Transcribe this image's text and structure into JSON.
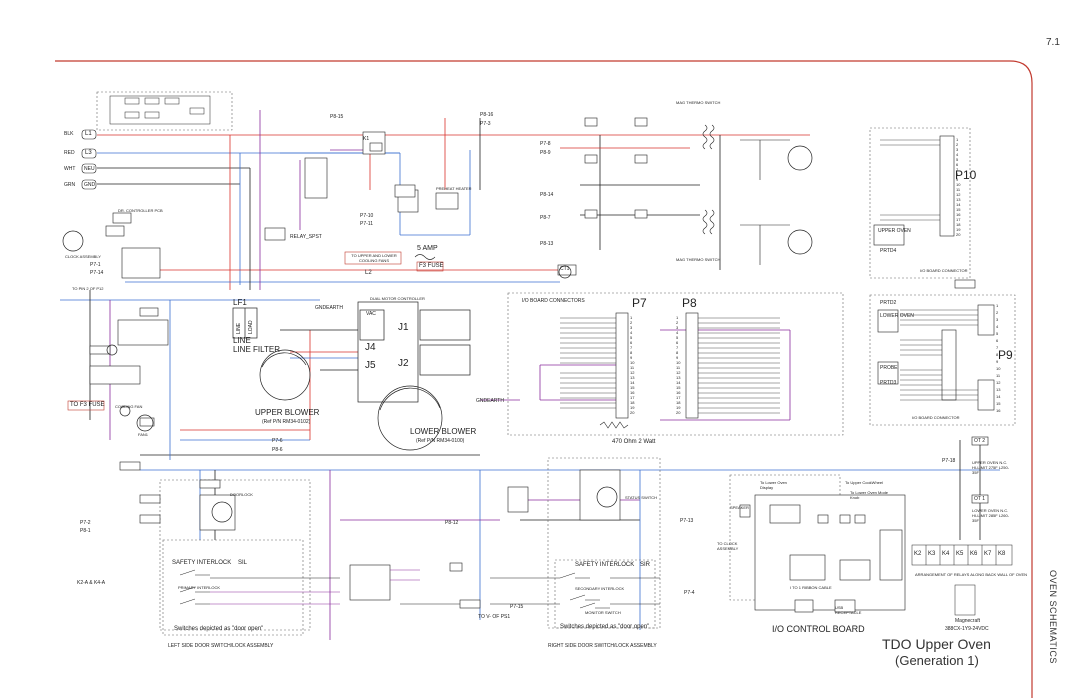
{
  "page_number": "7.1",
  "section_label": "OVEN SCHEMATICS",
  "title_line1": "TDO Upper Oven",
  "title_line2": "(Generation 1)",
  "io_board": {
    "title": "I/O CONTROL BOARD",
    "speaker": "SPEAKER",
    "to_clock": "TO CLOCK ASSEMBLY",
    "ribbon": "I TO 1 RIBBON CABLE",
    "usb": "USB RECEPTACLE",
    "to_lower_display": "To Lower Oven Display",
    "to_upper_cookwheel": "To Upper CookWheel",
    "to_lower_mode_knob": "To Lower Oven Mode Knob",
    "relays": [
      "K2",
      "K3",
      "K4",
      "K5",
      "K6",
      "K7",
      "K8"
    ],
    "arrangement": "ARRANGEMENT OF RELAYS ALONG BACK WALL OF OVEN",
    "magnecraft": "Magnecraft",
    "magnecraft_part": "388CX-1Y9-24VDC"
  },
  "connectors": {
    "heading": "I/O BOARD CONNECTORS",
    "p7": "P7",
    "p8": "P8",
    "p9": "P9",
    "p10": "P10",
    "resistor": "470 Ohm 2 Watt",
    "io_board_connector": "I/O BOARD CONNECTOR",
    "io_board_connector2": "I/O BOARD CONNECTOR",
    "prtd4": "PRTD4",
    "prtd2": "PRTD2",
    "prtd3": "PRTD3",
    "upper_oven": "UPPER OVEN",
    "lower_oven": "LOWER OVEN",
    "probe": "PROBE",
    "p7_pins": [
      "1",
      "2",
      "3",
      "4",
      "5",
      "6",
      "7",
      "8",
      "9",
      "10",
      "11",
      "12",
      "13",
      "14",
      "15",
      "16",
      "17",
      "18",
      "19",
      "20"
    ],
    "p8_pins": [
      "1",
      "2",
      "3",
      "4",
      "5",
      "6",
      "7",
      "8",
      "9",
      "10",
      "11",
      "12",
      "13",
      "14",
      "15",
      "16",
      "17",
      "18",
      "19",
      "20"
    ],
    "p10_pins": [
      "1",
      "2",
      "3",
      "4",
      "5",
      "6",
      "7",
      "8",
      "9",
      "10",
      "11",
      "12",
      "13",
      "14",
      "15",
      "16",
      "17",
      "18",
      "19",
      "20"
    ],
    "p9_pins": [
      "1",
      "2",
      "3",
      "4",
      "5",
      "6",
      "7",
      "8",
      "9",
      "10",
      "11",
      "12",
      "13",
      "14",
      "15",
      "16"
    ]
  },
  "main": {
    "lf1": "LF1",
    "line": "LINE",
    "load": "LOAD",
    "line_filter": "LINE FILTER",
    "upper_blower": "UPPER BLOWER",
    "upper_blower_ref": "(Ref P/N RM34-0102)",
    "lower_blower": "LOWER BLOWER",
    "lower_blower_ref": "(Ref P/N RM34-0100)",
    "dual_motor": "DUAL MOTOR CONTROLLER",
    "j1": "J1",
    "j2": "J2",
    "j4": "J4",
    "j5": "J5",
    "vac": "VAC",
    "gnd_earth": "GNDEARTH",
    "gnd_earth2": "GNDEARTH",
    "five_amp": "5 AMP",
    "f3_fuse": "F3 FUSE",
    "to_f3_fuse": "TO F3 FUSE",
    "cooling_fans": "TO UPPER AND LOWER COOLING FANS",
    "l1": "L1",
    "l2": "L2",
    "l3": "L3",
    "neu": "NEU",
    "gnd": "GND",
    "blk": "BLK",
    "red": "RED",
    "wht": "WHT",
    "grn": "GRN",
    "relay_spst": "RELAY_SPST",
    "k1": "K1",
    "ct1": "CT1",
    "clock_assembly": "CLOCK ASSEMBLY",
    "cooling_fan": "COOLING FAN",
    "fan1": "FAN1",
    "dr_controller": "DR. CONTROLLER PCB",
    "preheat_heater": "PREHEAT HEATER",
    "hi_limit_upper": "UPPER OVEN N.C. HI-LIMIT 275F L250-35F",
    "hi_limit_lower": "LOWER OVEN N.C. HI-LIMIT 285F L260-35F",
    "ot1": "OT 1",
    "ot2": "OT 2",
    "mag_thermo": "MAG THERMO SWITCH",
    "mag_thermo2": "MAG THERMO SWITCH"
  },
  "interlocks": {
    "left_title": "SAFETY INTERLOCK",
    "left_tag": "SIL",
    "right_title": "SAFETY INTERLOCK",
    "right_tag": "SIR",
    "left_depicted": "Switches depicted as \"door open\"",
    "right_depicted": "Switches depicted as \"door open\"",
    "left_caption": "LEFT SIDE DOOR SWITCH/LOCK ASSEMBLY",
    "right_caption": "RIGHT SIDE DOOR SWITCH/LOCK ASSEMBLY",
    "primary": "PRIMARY INTERLOCK",
    "secondary": "SECONDARY INTERLOCK",
    "monitor": "MONITOR SWITCH",
    "doorlock": "DOORLOCK",
    "status": "STATUS SWITCH",
    "to_v": "TO V- OF PS1"
  },
  "wire_labels": {
    "p8_15": "P8-15",
    "p7_3": "P7-3",
    "p7_8": "P7-8",
    "p8_16": "P8-16",
    "p8_9": "P8-9",
    "p7_10": "P7-10",
    "p7_11": "P7-11",
    "p8_13": "P8-13",
    "p8_14": "P8-14",
    "p7_1": "P7-1",
    "p7_14": "P7-14",
    "p7_18": "P7-18",
    "p7_6": "P7-6",
    "p8_6": "P8-6",
    "p8_7": "P8-7",
    "p7_13": "P7-13",
    "k2_k3": "K2-A & K4-A",
    "p8_1": "P8-1",
    "p7_2": "P7-2",
    "p8_12": "P8-12",
    "p7_15": "P7-15",
    "p7_4": "P7-4",
    "to_pin2": "TO PIN 2 OF P12"
  },
  "colors": {
    "wire_red": "#d9312b",
    "wire_blue": "#3b6fd1",
    "wire_purple": "#8a2c9c",
    "wire_black": "#222222",
    "frame_red": "#c23a2f"
  }
}
